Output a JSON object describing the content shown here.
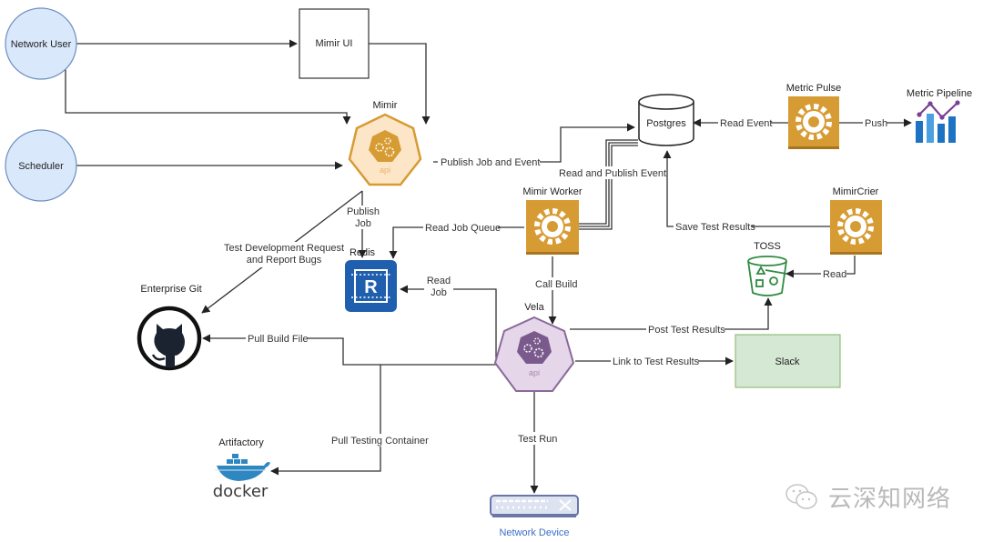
{
  "diagram": {
    "nodes": {
      "network_user": "Network User",
      "scheduler": "Scheduler",
      "mimir_ui": "Mimir UI",
      "mimir": "Mimir",
      "mimir_api": "api",
      "postgres": "Postgres",
      "metric_pulse": "Metric Pulse",
      "metric_pipeline": "Metric Pipeline",
      "mimir_worker": "Mimir Worker",
      "mimir_crier": "MimirCrier",
      "redis": "Redis",
      "redis_glyph": "R",
      "toss": "TOSS",
      "enterprise_git": "Enterprise Git",
      "vela": "Vela",
      "vela_api": "api",
      "slack": "Slack",
      "artifactory": "Artifactory",
      "docker": "docker",
      "network_device": "Network Device"
    },
    "edges": {
      "publish_job_and_event": "Publish Job and Event",
      "read_and_publish_event": "Read and Publish Event",
      "read_event": "Read Event",
      "push": "Push",
      "publish_job_line1": "Publish",
      "publish_job_line2": "Job",
      "read_job_queue": "Read Job Queue",
      "save_test_results": "Save Test Results",
      "read": "Read",
      "test_dev_line1": "Test Development Request",
      "test_dev_line2": "and Report Bugs",
      "read_job_line1": "Read",
      "read_job_line2": "Job",
      "call_build": "Call Build",
      "post_test_results": "Post Test Results",
      "link_to_test_results": "Link to Test Results",
      "pull_build_file": "Pull Build File",
      "pull_testing_container": "Pull Testing Container",
      "test_run": "Test Run"
    },
    "colors": {
      "user_fill": "#dae8fc",
      "user_stroke": "#6c8ebf",
      "orange": "#d79b33",
      "orange_light": "#fde5c8",
      "purple": "#8a6a99",
      "purple_light": "#e6d6ea",
      "purple_dark": "#7a5a8c",
      "slack_fill": "#d5e8d4",
      "slack_stroke": "#82b366",
      "toss_green": "#2e8b3e",
      "redis_blue": "#1f5fae",
      "pipeline_blue": "#1c73c4",
      "pipeline_purple": "#7a3f97",
      "device_fill": "#dde3f0",
      "device_stroke": "#6a77a8",
      "device_label": "#3a6fc6"
    }
  },
  "watermark": {
    "text": "云深知网络",
    "icon": "wechat-icon"
  }
}
